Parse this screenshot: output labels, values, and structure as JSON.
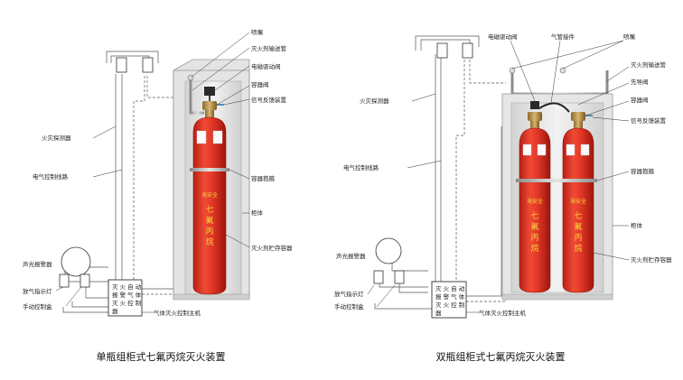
{
  "left": {
    "caption": "单瓶组柜式七氟丙烷灭火装置",
    "controller_text": [
      "灭 火 自 动",
      "报 警 气 体",
      "灭 火 控 制",
      "器"
    ],
    "tank_text": {
      "brand": "海安全",
      "name": [
        "七",
        "氟",
        "丙",
        "烷"
      ]
    },
    "callouts": [
      {
        "id": "nozzle",
        "text": "喷嘴"
      },
      {
        "id": "agent-pipe",
        "text": "灭火剂输送管"
      },
      {
        "id": "solenoid-valve",
        "text": "电磁驱动阀"
      },
      {
        "id": "container-valve",
        "text": "容器阀"
      },
      {
        "id": "signal-feedback",
        "text": "信号反馈装置"
      },
      {
        "id": "container-bracket",
        "text": "容器抱箍"
      },
      {
        "id": "cabinet",
        "text": "柜体"
      },
      {
        "id": "agent-container",
        "text": "灭火剂贮存容器"
      },
      {
        "id": "fire-detector",
        "text": "火灾探测器"
      },
      {
        "id": "control-line",
        "text": "电气控制线路"
      },
      {
        "id": "alarm",
        "text": "声光报警器"
      },
      {
        "id": "discharge-lamp",
        "text": "放气指示灯"
      },
      {
        "id": "manual-switch",
        "text": "手动控制盒"
      },
      {
        "id": "controller",
        "text": "气体灭火控制主机"
      }
    ]
  },
  "right": {
    "caption": "双瓶组柜式七氟丙烷灭火装置",
    "controller_text": [
      "灭 火 自 动",
      "报 警 气 体",
      "灭 火 控 制",
      "器"
    ],
    "tank_text": {
      "brand": "海安全",
      "name": [
        "七",
        "氟",
        "丙",
        "烷"
      ]
    },
    "callouts": [
      {
        "id": "solenoid-valve",
        "text": "电磁驱动阀"
      },
      {
        "id": "pipe-fitting",
        "text": "气管接件"
      },
      {
        "id": "nozzle",
        "text": "喷嘴"
      },
      {
        "id": "agent-pipe",
        "text": "灭火剂输送管"
      },
      {
        "id": "pilot-valve",
        "text": "先导阀"
      },
      {
        "id": "container-valve",
        "text": "容器阀"
      },
      {
        "id": "signal-feedback",
        "text": "信号反馈装置"
      },
      {
        "id": "container-bracket",
        "text": "容器抱箍"
      },
      {
        "id": "cabinet",
        "text": "柜体"
      },
      {
        "id": "agent-container",
        "text": "灭火剂贮存容器"
      },
      {
        "id": "fire-detector",
        "text": "火灾探测器"
      },
      {
        "id": "control-line",
        "text": "电气控制线路"
      },
      {
        "id": "alarm",
        "text": "声光报警器"
      },
      {
        "id": "discharge-lamp",
        "text": "放气指示灯"
      },
      {
        "id": "manual-switch",
        "text": "手动控制盒"
      },
      {
        "id": "controller",
        "text": "气体灭火控制主机"
      }
    ]
  }
}
